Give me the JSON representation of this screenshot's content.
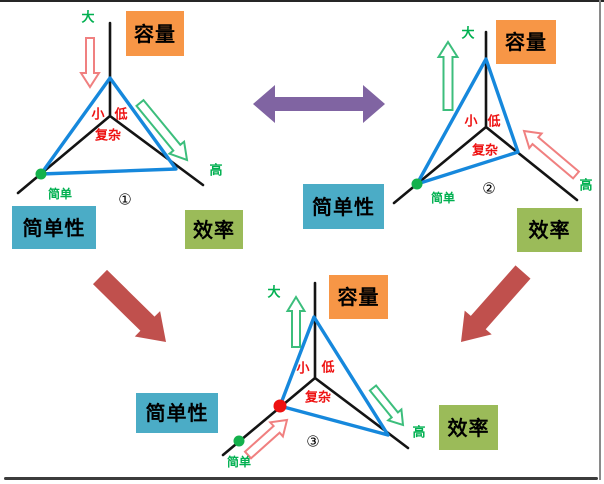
{
  "colors": {
    "capacity_box": "#F79646",
    "simplicity_box": "#4BACC6",
    "efficiency_box": "#9BBB59",
    "swap_arrow": "#8064A2",
    "transition_arrow": "#C0504D",
    "triangle_line": "#1688DC",
    "axis_line": "#141414",
    "green_accent": "#00B050",
    "red_accent": "#EE1111",
    "hollow_red_arrow_outline": "#F08080",
    "hollow_green_arrow_outline": "#3CBE7C"
  },
  "labels": {
    "capacity": "容量",
    "simplicity": "简单性",
    "efficiency": "效率",
    "large": "大",
    "small": "小",
    "low": "低",
    "high": "高",
    "complex": "复杂",
    "simple": "简单"
  },
  "diagrams": [
    {
      "number": "①"
    },
    {
      "number": "②"
    },
    {
      "number": "③"
    }
  ]
}
